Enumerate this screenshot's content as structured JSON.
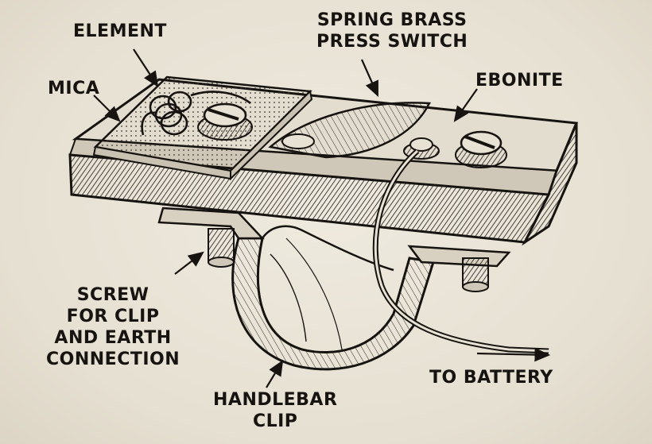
{
  "labels": {
    "element": "ELEMENT",
    "mica": "MICA",
    "spring_brass_press_switch": "SPRING BRASS\nPRESS SWITCH",
    "ebonite": "EBONITE",
    "screw_for_clip": "SCREW\nFOR CLIP\nAND EARTH\nCONNECTION",
    "handlebar_clip": "HANDLEBAR\nCLIP",
    "to_battery": "TO BATTERY"
  },
  "colors": {
    "ink": "#161310",
    "paper": "#e9e4d8"
  }
}
